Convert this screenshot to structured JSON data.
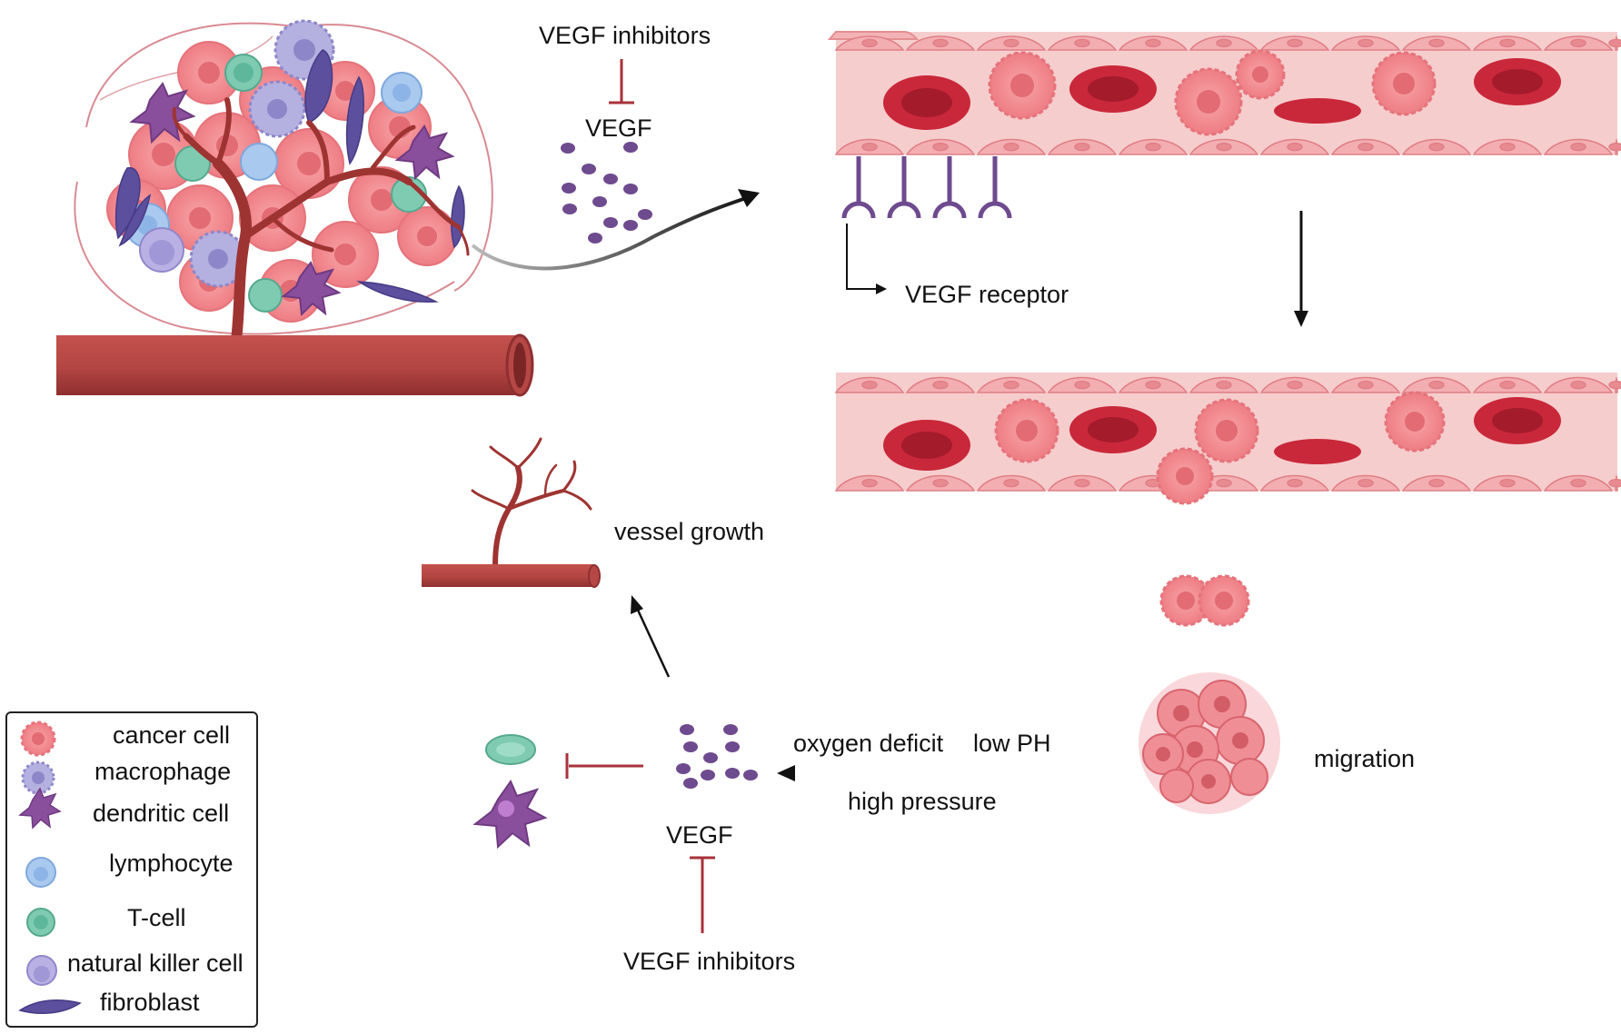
{
  "labels": {
    "vegf_inhibitors_top": "VEGF inhibitors",
    "vegf_top": "VEGF",
    "vegf_receptor": "VEGF receptor",
    "vessel_growth": "vessel growth",
    "oxygen_deficit": "oxygen deficit",
    "low_ph": "low PH",
    "high_pressure": "high pressure",
    "migration": "migration",
    "vegf_bottom": "VEGF",
    "vegf_inhibitors_bottom": "VEGF inhibitors"
  },
  "legend": {
    "items": [
      {
        "label": "cancer cell",
        "icon": "cancer-cell-icon"
      },
      {
        "label": "macrophage",
        "icon": "macrophage-icon"
      },
      {
        "label": "dendritic cell",
        "icon": "dendritic-cell-icon"
      },
      {
        "label": "lymphocyte",
        "icon": "lymphocyte-icon"
      },
      {
        "label": "T-cell",
        "icon": "t-cell-icon"
      },
      {
        "label": "natural killer cell",
        "icon": "nk-cell-icon"
      },
      {
        "label": "fibroblast",
        "icon": "fibroblast-icon"
      }
    ]
  },
  "colors": {
    "vessel_red": "#b54845",
    "blood_cell": "#c9283a",
    "cancer_pink": "#f0838a",
    "vegf_purple": "#6e4a8e",
    "inhibitor_red": "#a8323a",
    "t_cell": "#7ecbb2",
    "lymphocyte": "#a9c9ef",
    "macrophage": "#b4b0e0",
    "dendritic": "#8a4f9c",
    "fibroblast": "#5b4f9e",
    "endothelium": "#f6c7c7"
  }
}
